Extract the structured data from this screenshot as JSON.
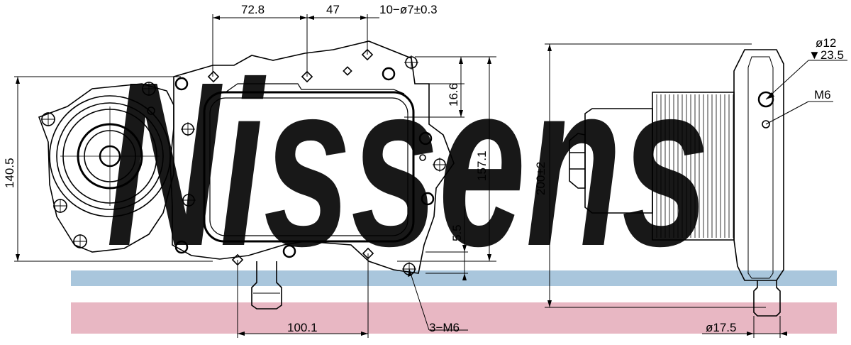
{
  "watermark": {
    "text": "Nissens",
    "color_blue": "#a9c6dc",
    "color_pink": "#e8b7c3"
  },
  "dimensions": {
    "top_left_width": "72.8",
    "top_mid_width": "47",
    "holes": "10−ø7±0.3",
    "right_top_offset": "16.6",
    "overall_height": "157.1",
    "right_bottom_offset": "5.5",
    "left_height": "140.5",
    "bottom_width": "100.1",
    "thread_note": "3−M6",
    "side_height": "200±2",
    "bolt_diameter": "ø12",
    "bolt_depth": "▼23.5",
    "bolt_thread": "M6",
    "pipe_diameter": "ø17.5"
  },
  "colors": {
    "line": "#000000"
  }
}
